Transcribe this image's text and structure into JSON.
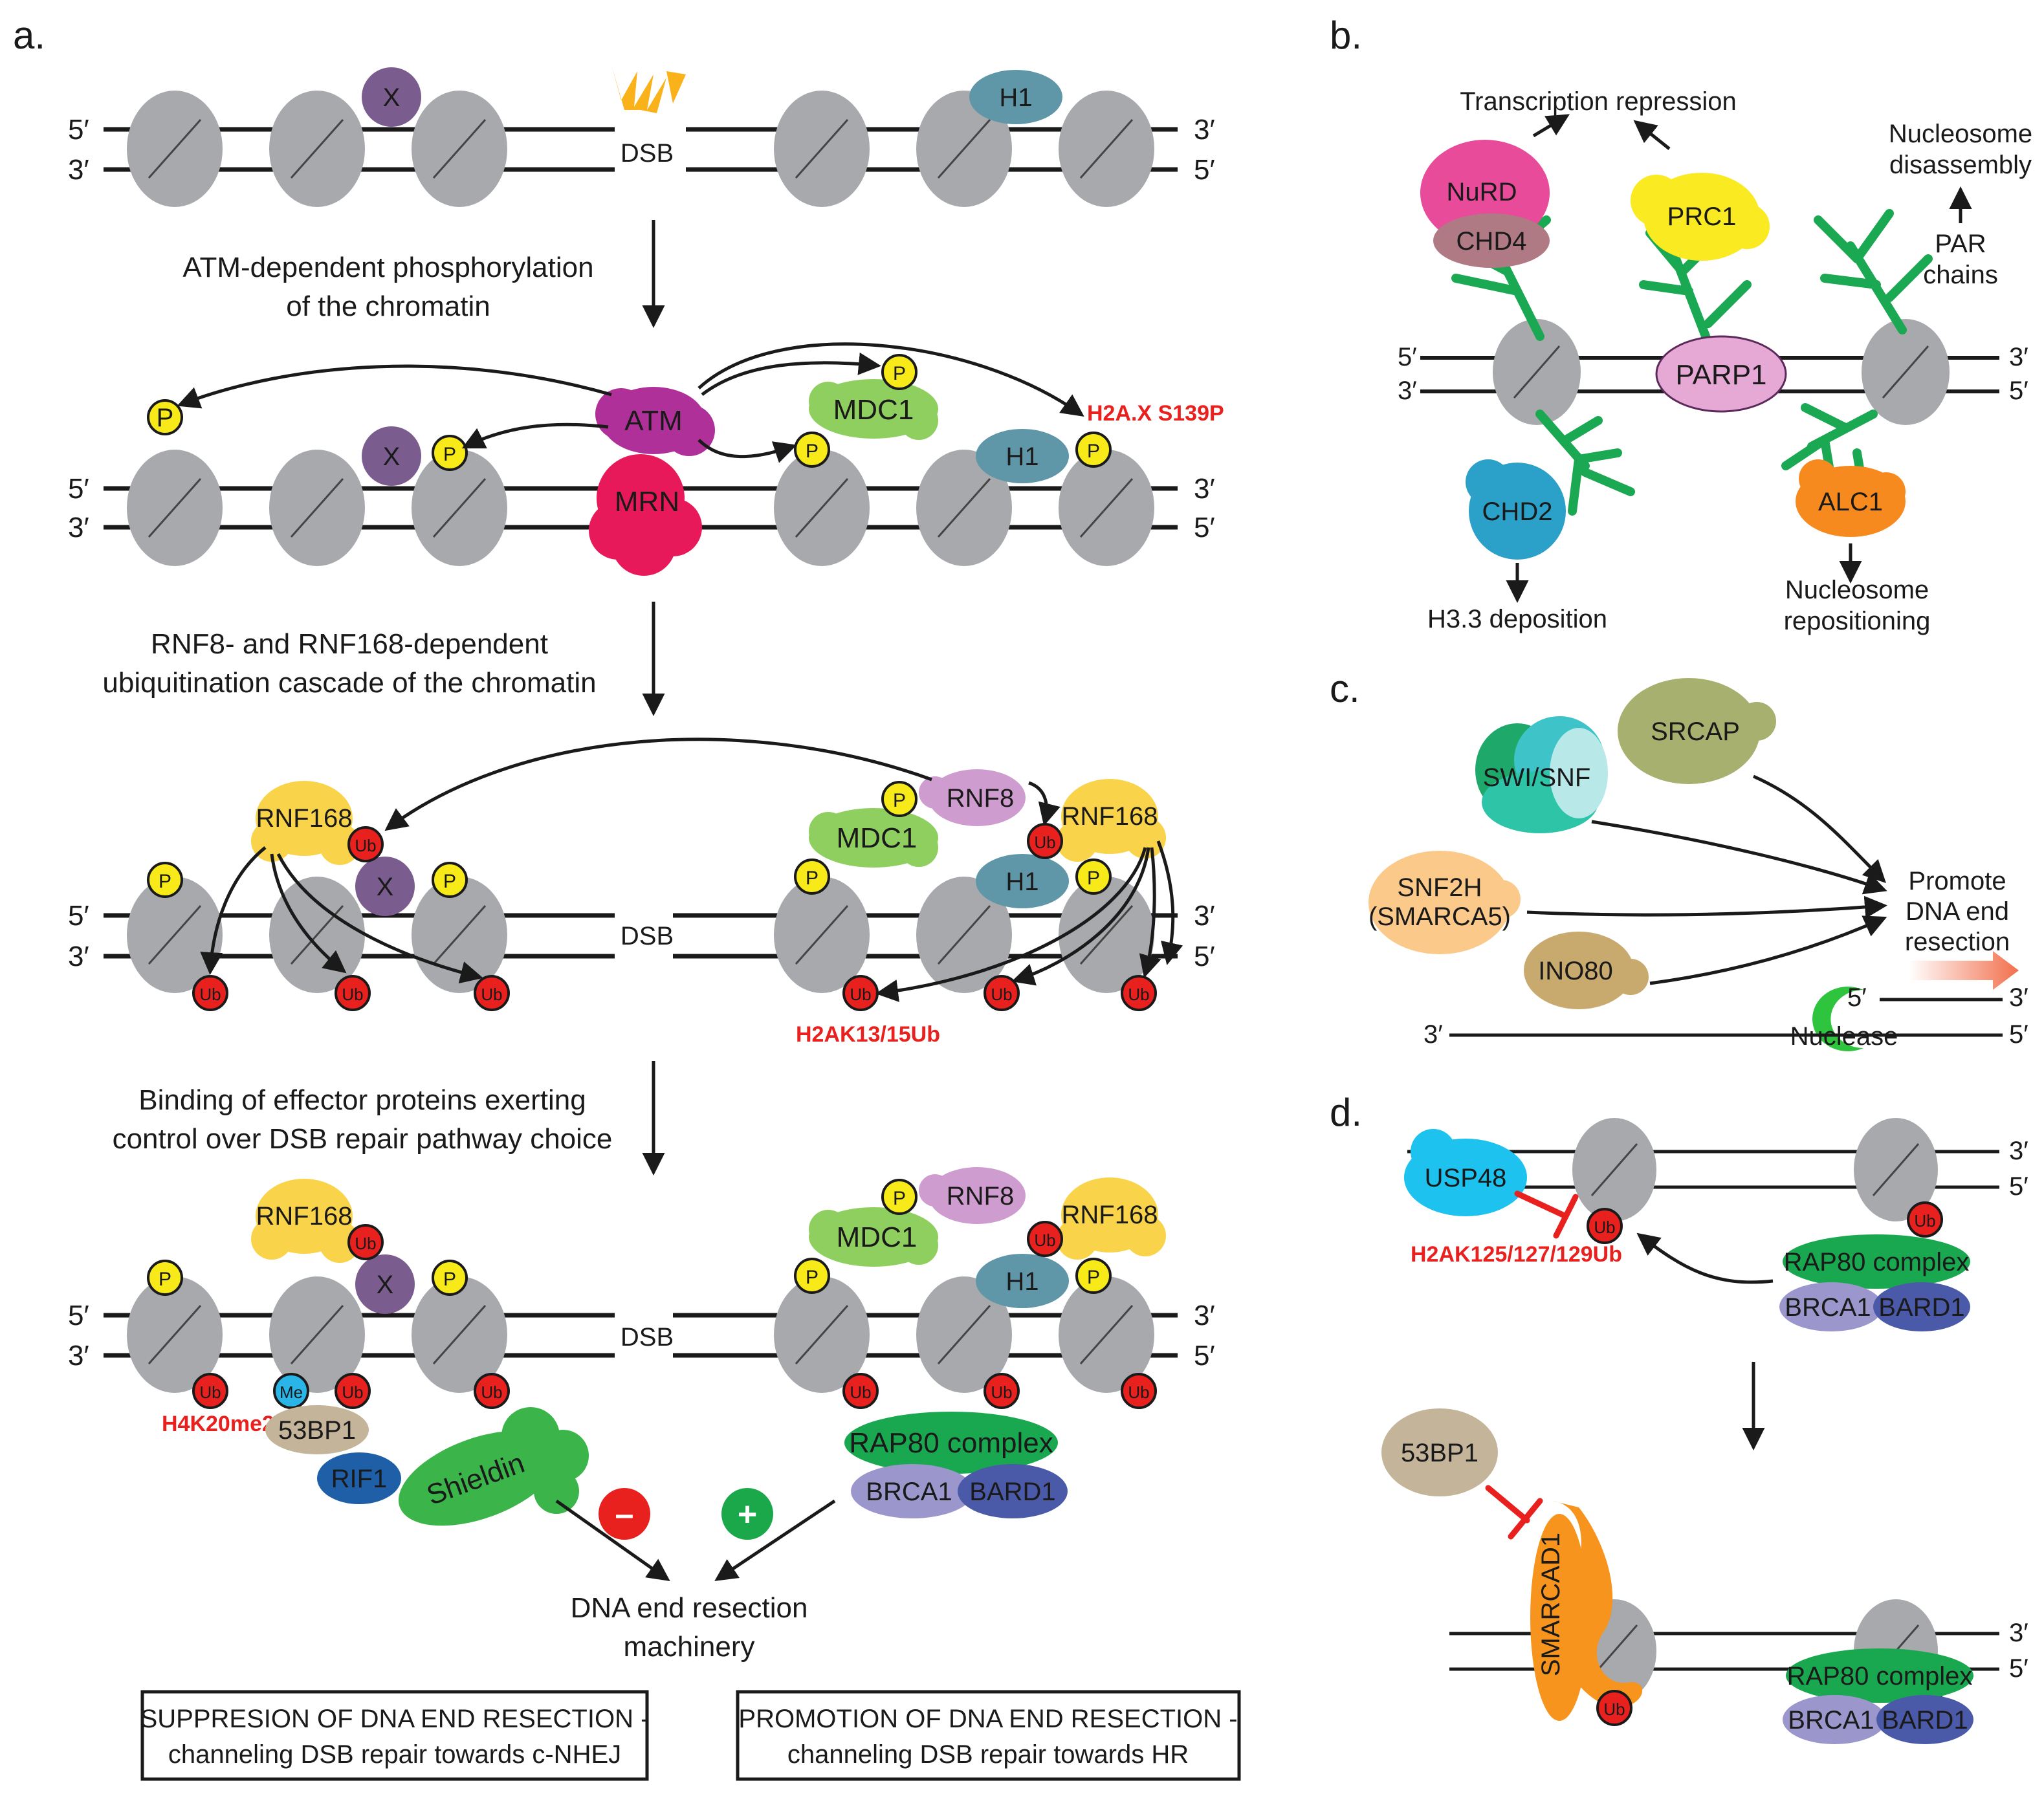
{
  "panels": {
    "a": "a.",
    "b": "b.",
    "c": "c.",
    "d": "d."
  },
  "strand": {
    "five": "5′",
    "three": "3′"
  },
  "colors": {
    "histone": "#a7a9ac",
    "X": "#7b5c8e",
    "H1": "#5f96a8",
    "ATM": "#b0309a",
    "MRN": "#e8195a",
    "MDC1": "#8fcf5f",
    "RNF8": "#cf9ccf",
    "RNF168": "#f9d34a",
    "P": "#f7ea18",
    "Ub": "#e8201e",
    "Me": "#29b5e8",
    "53BP1": "#c4b49a",
    "RIF1": "#1e5fa8",
    "Shieldin": "#3bb54a",
    "RAP80": "#19a84f",
    "BRCA1": "#9b96cc",
    "BARD1": "#4b5aa8",
    "NuRD": "#e84b9a",
    "CHD4": "#b07a84",
    "PRC1": "#f9ea22",
    "PARP1": "#e6a8d4",
    "CHD2": "#2ba0c8",
    "ALC1": "#f78a1e",
    "PAR": "#1aa852",
    "SWI_SNF": "#2ec4a8",
    "SRCAP": "#a8b070",
    "SNF2H": "#fbc98a",
    "INO80": "#c8aa6e",
    "Nuclease": "#2ec43e",
    "USP48": "#1ec2ee",
    "SMARCAD1": "#f7941e",
    "minus": "#e8201e",
    "plus": "#1aa84a"
  },
  "a": {
    "dsb": "DSB",
    "step1": {
      "line1": "ATM-dependent phosphorylation",
      "line2": "of the chromatin"
    },
    "step2": {
      "line1": "RNF8- and RNF168-dependent",
      "line2": "ubiquitination cascade of the chromatin"
    },
    "step3": {
      "line1": "Binding of effector proteins exerting",
      "line2": "control over DSB repair pathway choice"
    },
    "proteins": {
      "X": "X",
      "H1": "H1",
      "ATM": "ATM",
      "MRN": "MRN",
      "MDC1": "MDC1",
      "RNF8": "RNF8",
      "RNF168": "RNF168",
      "P": "P",
      "Ub": "Ub",
      "Me": "Me",
      "p53BP1": "53BP1",
      "RIF1": "RIF1",
      "Shieldin": "Shieldin",
      "RAP80": "RAP80 complex",
      "BRCA1": "BRCA1",
      "BARD1": "BARD1"
    },
    "marks": {
      "h2ax": "H2A.X S139P",
      "h2ak": "H2AK13/15Ub",
      "h4k": "H4K20me2"
    },
    "signs": {
      "minus": "–",
      "plus": "+"
    },
    "outcome": {
      "line1": "DNA end resection",
      "line2": "machinery"
    },
    "box_left": {
      "line1": "SUPPRESION OF DNA END RESECTION -",
      "line2": "channeling DSB repair towards c-NHEJ"
    },
    "box_right": {
      "line1": "PROMOTION OF DNA END RESECTION -",
      "line2": "channeling DSB repair towards HR"
    }
  },
  "b": {
    "NuRD": "NuRD",
    "CHD4": "CHD4",
    "PRC1": "PRC1",
    "PARP1": "PARP1",
    "CHD2": "CHD2",
    "ALC1": "ALC1",
    "transcription": "Transcription repression",
    "disassembly": {
      "line1": "Nucleosome",
      "line2": "disassembly"
    },
    "par": {
      "line1": "PAR",
      "line2": "chains"
    },
    "h33": "H3.3 deposition",
    "repositioning": {
      "line1": "Nucleosome",
      "line2": "repositioning"
    }
  },
  "c": {
    "SRCAP": "SRCAP",
    "SWI_SNF": "SWI/SNF",
    "SNF2H": {
      "line1": "SNF2H",
      "line2": "(SMARCA5)"
    },
    "INO80": "INO80",
    "promote": {
      "line1": "Promote",
      "line2": "DNA end",
      "line3": "resection"
    },
    "nuclease": "Nuclease"
  },
  "d": {
    "USP48": "USP48",
    "h2ak": "H2AK125/127/129Ub",
    "RAP80": "RAP80 complex",
    "BRCA1": "BRCA1",
    "BARD1": "BARD1",
    "p53BP1": "53BP1",
    "SMARCAD1": "SMARCAD1",
    "Ub": "Ub"
  }
}
